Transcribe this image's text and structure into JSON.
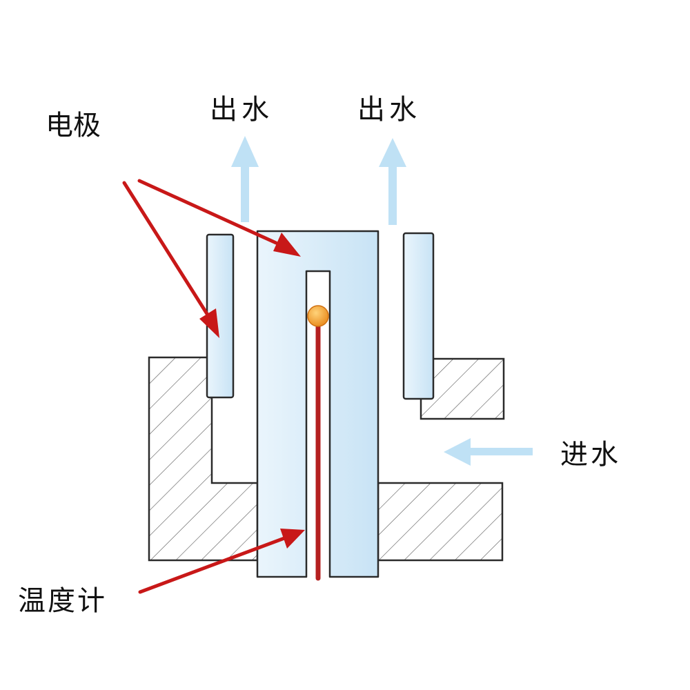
{
  "labels": {
    "electrode": "电极",
    "outlet_left": "出水",
    "outlet_right": "出水",
    "inlet": "进水",
    "thermometer": "温度计"
  },
  "colors": {
    "background": "#ffffff",
    "electrode_fill": "#d9ecf8",
    "electrode_edge": "#b8daf0",
    "outline": "#2a2a2a",
    "hatch": "#555555",
    "water_arrow": "#bfe1f5",
    "pointer_arrow": "#c81818",
    "thermometer_stem": "#b52020",
    "thermometer_bulb": "#f0a020"
  }
}
